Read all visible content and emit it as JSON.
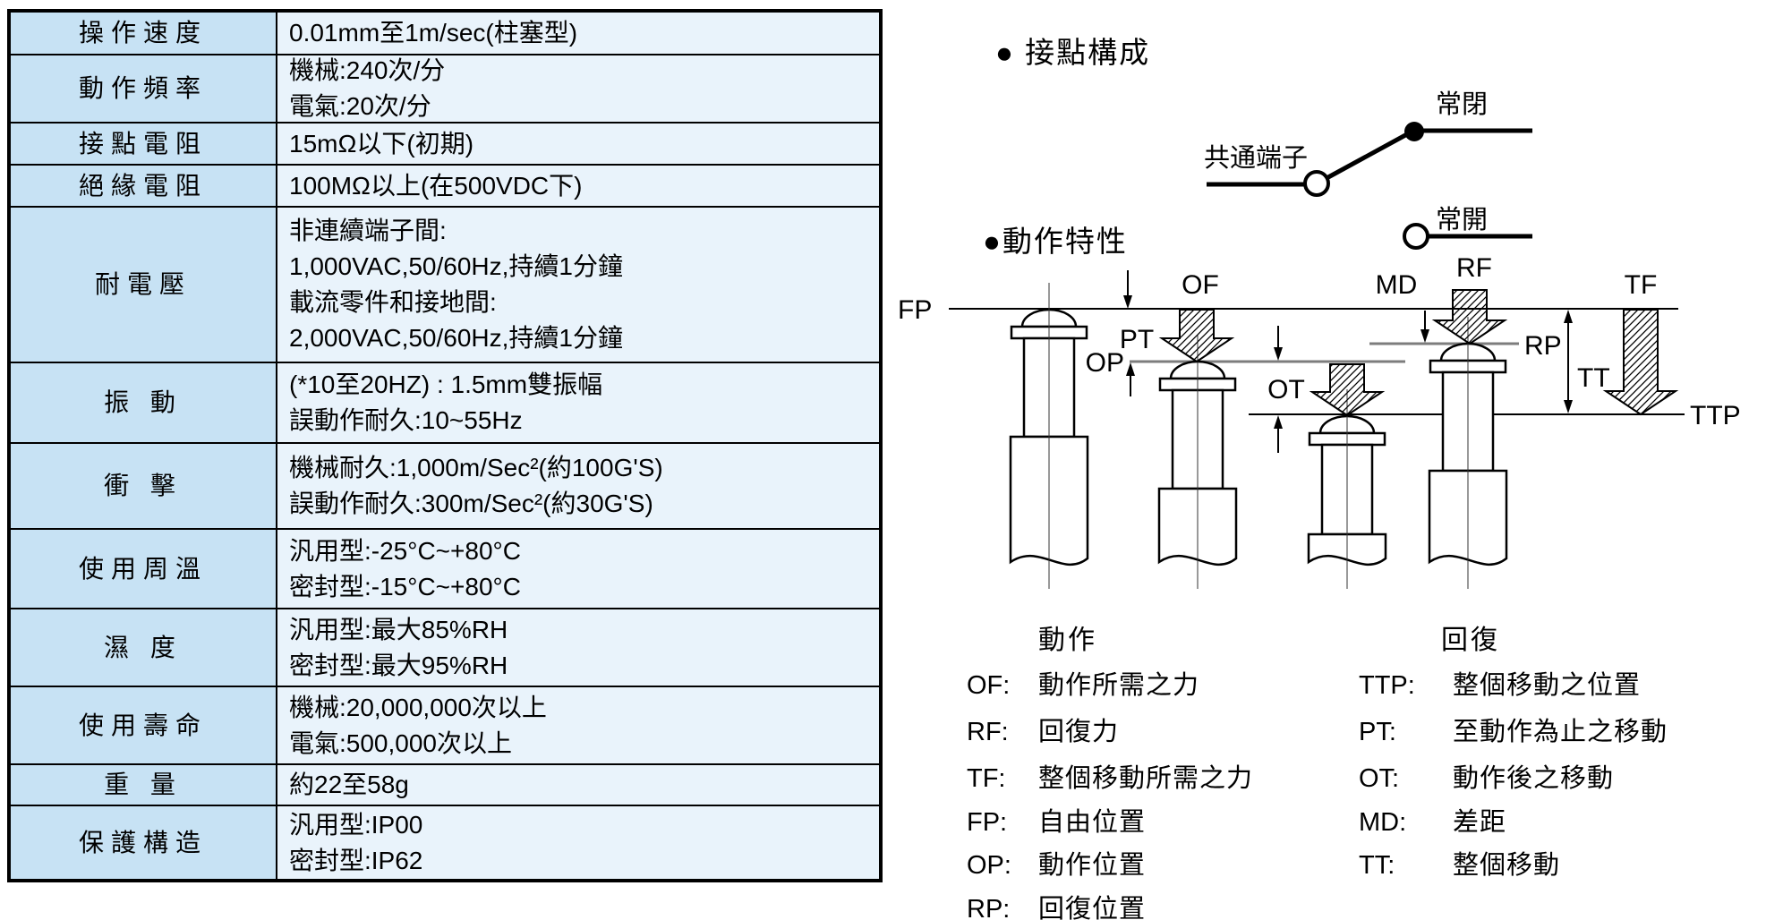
{
  "spec_table": {
    "colors": {
      "label_bg": "#c7e2f4",
      "value_bg": "#e9f3fb",
      "border": "#000000"
    },
    "rows": [
      {
        "label": "操作速度",
        "value": "0.01mm至1m/sec(柱塞型)"
      },
      {
        "label": "動作頻率",
        "value": "機械:240次/分\n電氣:20次/分"
      },
      {
        "label": "接點電阻",
        "value": "15mΩ以下(初期)"
      },
      {
        "label": "絕緣電阻",
        "value": "100MΩ以上(在500VDC下)"
      },
      {
        "label": "耐電壓",
        "value": "非連續端子間:\n1,000VAC,50/60Hz,持續1分鐘\n載流零件和接地間:\n2,000VAC,50/60Hz,持續1分鐘"
      },
      {
        "label": "振 動",
        "value": "(*10至20HZ) : 1.5mm雙振幅\n誤動作耐久:10~55Hz"
      },
      {
        "label": "衝 擊",
        "value": "機械耐久:1,000m/Sec²(約100G'S)\n誤動作耐久:300m/Sec²(約30G'S)"
      },
      {
        "label": "使用周溫",
        "value": "汎用型:-25°C~+80°C\n密封型:-15°C~+80°C"
      },
      {
        "label": "濕 度",
        "value": "汎用型:最大85%RH\n密封型:最大95%RH"
      },
      {
        "label": "使用壽命",
        "value": "機械:20,000,000次以上\n電氣:500,000次以上"
      },
      {
        "label": "重 量",
        "value": "約22至58g"
      },
      {
        "label": "保護構造",
        "value": "汎用型:IP00\n密封型:IP62"
      }
    ]
  },
  "contact_section": {
    "heading": "● 接點構成",
    "labels": {
      "common": "共通端子",
      "normally_closed": "常閉",
      "normally_open": "常開"
    }
  },
  "action_section": {
    "heading": "●動作特性",
    "diagram_labels": {
      "fp": "FP",
      "of": "OF",
      "pt": "PT",
      "op": "OP",
      "ot": "OT",
      "md": "MD",
      "rf": "RF",
      "rp": "RP",
      "tt": "TT",
      "tf": "TF",
      "ttp": "TTP"
    },
    "legend": {
      "action_header": "動作",
      "return_header": "回復",
      "left": [
        {
          "abbr": "OF:",
          "text": "動作所需之力"
        },
        {
          "abbr": "RF:",
          "text": "回復力"
        },
        {
          "abbr": "TF:",
          "text": "整個移動所需之力"
        },
        {
          "abbr": "FP:",
          "text": "自由位置"
        },
        {
          "abbr": "OP:",
          "text": "動作位置"
        },
        {
          "abbr": "RP:",
          "text": "回復位置"
        }
      ],
      "right": [
        {
          "abbr": "TTP:",
          "text": "整個移動之位置"
        },
        {
          "abbr": "PT:",
          "text": "至動作為止之移動"
        },
        {
          "abbr": "OT:",
          "text": "動作後之移動"
        },
        {
          "abbr": "MD:",
          "text": "差距"
        },
        {
          "abbr": "TT:",
          "text": "整個移動"
        }
      ]
    }
  }
}
